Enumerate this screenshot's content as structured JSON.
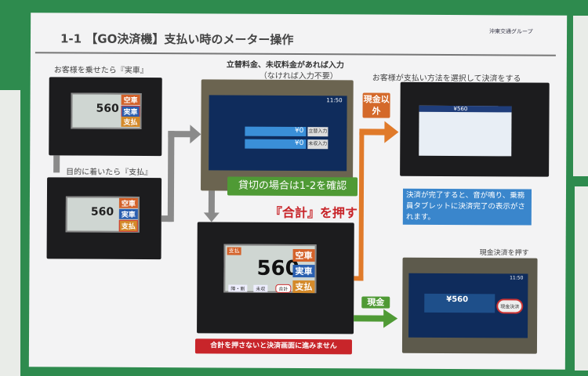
{
  "title": "1-1 【GO決済機】支払い時のメーター操作",
  "logo": "沖東交通グループ",
  "step1": {
    "caption": "お客様を乗せたら『実車』",
    "fare": "560",
    "btn_empty": "空車",
    "btn_occupied": "実車",
    "btn_pay": "支払"
  },
  "step2": {
    "caption": "目的に着いたら『支払』",
    "fare": "560",
    "btn_empty": "空車",
    "btn_occupied": "実車",
    "btn_pay": "支払"
  },
  "step3": {
    "heading": "立替料金、未収料金があれば入力",
    "subheading": "（なければ入力不要）",
    "row1_value": "¥0",
    "row1_button": "立替入力",
    "row2_value": "¥0",
    "row2_button": "未収入力",
    "time": "11:50",
    "charter_note": "貸切の場合は1-2を確認"
  },
  "step4": {
    "caption": "『合計』を押す",
    "fare": "560",
    "badge": "支払",
    "btn_empty": "空車",
    "btn_occupied": "実車",
    "btn_pay": "支払",
    "btn_total": "合計",
    "btn_unpaid": "未収",
    "btn_discount": "障・割",
    "warning": "合計を押さないと決済画面に進みません"
  },
  "step5": {
    "caption": "お客様が支払い方法を選択して決済をする",
    "label": "現金以外",
    "amount": "¥560",
    "note": "決済が完了すると、音が鳴り、乗務員タブレットに決済完了の表示がされます。"
  },
  "step6": {
    "caption": "現金決済を押す",
    "label": "現金",
    "amount": "¥560",
    "button": "現金決済",
    "time": "11:50"
  },
  "colors": {
    "wall": "#2e8b4e",
    "orange": "#e07a2a",
    "green": "#4a9a3a",
    "blue": "#3a86cc",
    "red": "#c8252a"
  }
}
